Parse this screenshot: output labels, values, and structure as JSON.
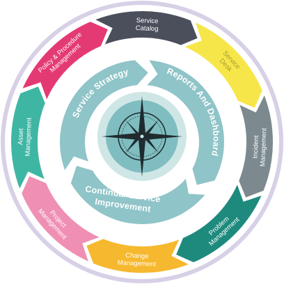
{
  "diagram": {
    "outer_segments": [
      {
        "id": "service-catalog",
        "lines": [
          "Service",
          "Catalog"
        ],
        "color": "#4b4f5c",
        "text_color": "#ffffff"
      },
      {
        "id": "service-desk",
        "lines": [
          "Service",
          "Desk"
        ],
        "color": "#f7e64a",
        "text_color": "#a39a2a"
      },
      {
        "id": "incident-management",
        "lines": [
          "Incident",
          "Management"
        ],
        "color": "#7c8a8f",
        "text_color": "#ffffff"
      },
      {
        "id": "problem-management",
        "lines": [
          "Problem",
          "Management"
        ],
        "color": "#1d8a7d",
        "text_color": "#ffffff"
      },
      {
        "id": "change-management",
        "lines": [
          "Change",
          "Management"
        ],
        "color": "#f6b82e",
        "text_color": "#ffffff"
      },
      {
        "id": "project-management",
        "lines": [
          "Project",
          "Management"
        ],
        "color": "#ef8fb4",
        "text_color": "#ffffff"
      },
      {
        "id": "asset-management",
        "lines": [
          "Asset",
          "Management"
        ],
        "color": "#3fb6a3",
        "text_color": "#ffffff"
      },
      {
        "id": "policy-procedure",
        "lines": [
          "Policy & Procedure",
          "Management"
        ],
        "color": "#e43a74",
        "text_color": "#ffffff"
      }
    ],
    "inner_arcs": [
      {
        "id": "service-strategy",
        "text": "Service Strategy"
      },
      {
        "id": "reports-dashboard",
        "text": "Reports And Dashboard"
      },
      {
        "id": "continual-improvement",
        "lines": [
          "Continual Service",
          "Improvement"
        ]
      }
    ],
    "center_icon": "compass-rose-icon",
    "colors": {
      "outer_ring": "#d7d0e6",
      "outer_ring_fill": "#ffffff",
      "inner_ring": "#8fc4c8",
      "inner_disc": "#cfe6e6",
      "core": "#7fbdc0"
    }
  }
}
